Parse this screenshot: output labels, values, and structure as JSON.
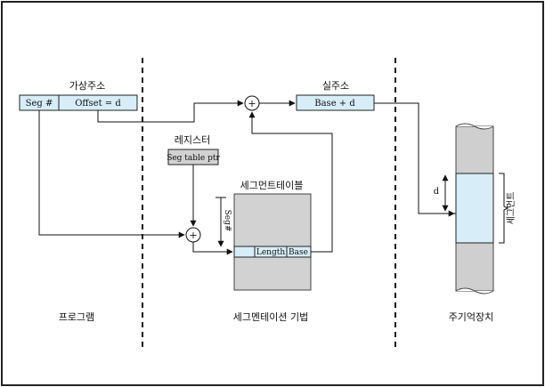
{
  "sections": {
    "program": "프로그램",
    "segmentation": "세그멘테이션 기법",
    "main_memory": "주기억장치"
  },
  "virtual_address": {
    "label": "가상주소",
    "seg_field": "Seg #",
    "offset_field": "Offset = d"
  },
  "register": {
    "label": "레지스터",
    "value": "Seg table ptr"
  },
  "segment_table": {
    "label": "세그먼트테이블",
    "index_label": "Seg#",
    "length_field": "Length",
    "base_field": "Base"
  },
  "real_address": {
    "label": "실주소",
    "value": "Base + d"
  },
  "memory": {
    "offset_label": "d",
    "segment_label": "세그먼트"
  },
  "adder_symbol": "+",
  "colors": {
    "frame": "#222222",
    "light_blue": "#d7eef8",
    "box_gray": "#d2d2d2",
    "memory_gray": "#cfcfcf",
    "line": "#111111"
  }
}
